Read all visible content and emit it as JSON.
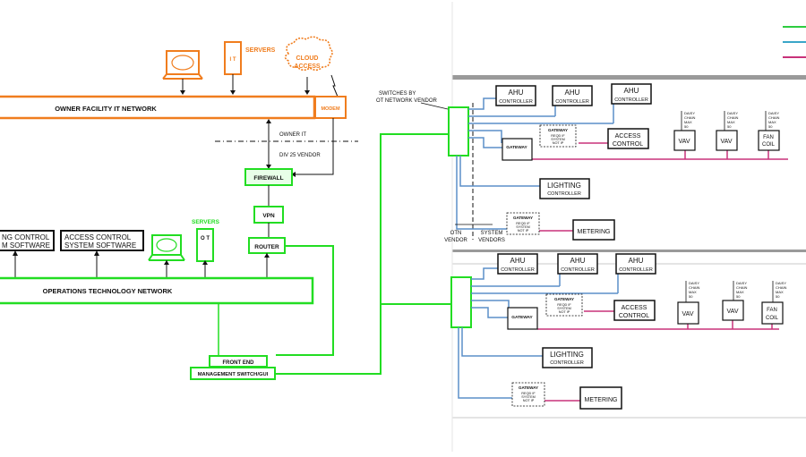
{
  "colors": {
    "owner_it": "#f07d1e",
    "ot_network": "#22dd22",
    "blue_link": "#5b8fc8",
    "pink_link": "#c8327a",
    "black": "#111111",
    "gray_bar": "#9a9a9a"
  },
  "legend": {
    "lines": [
      "",
      "",
      ""
    ]
  },
  "owner_it": {
    "network_label": "OWNER FACILITY IT NETWORK",
    "servers_label": "SERVERS",
    "it_box_label": "I T",
    "cloud_label_1": "CLOUD",
    "cloud_label_2": "ACCESS",
    "modem_label": "MODEM",
    "computer_icon": "computer-icon"
  },
  "boundary": {
    "upper_label": "OWNER IT",
    "lower_label": "DIV 25 VENDOR"
  },
  "ot": {
    "firewall_label": "FIREWALL",
    "vpn_label": "VPN",
    "router_label": "ROUTER",
    "servers_label": "SERVERS",
    "ot_box_label": "O T",
    "network_label": "OPERATIONS TECHNOLOGY NETWORK",
    "lighting_sw_line1": "NG CONTROL",
    "lighting_sw_line2": "M SOFTWARE",
    "access_sw_line1": "ACCESS CONTROL",
    "access_sw_line2": "SYSTEM SOFTWARE",
    "front_end_label": "FRONT END",
    "mgmt_label": "MANAGEMENT SWITCH/GUI",
    "computer_icon": "computer-icon"
  },
  "floor1": {
    "switches_line1": "SWITCHES BY",
    "switches_line2": "OT NETWORK VENDOR",
    "ahu_label": "AHU",
    "controller_label": "CONTROLLER",
    "gateway_label": "GATEWAY",
    "gateway_note_1": "REQD IF",
    "gateway_note_2": "SYSTEM",
    "gateway_note_3": "NOT IP",
    "access_line1": "ACCESS",
    "access_line2": "CONTROL",
    "vav_label": "VAV",
    "fan_line1": "FAN",
    "fan_line2": "COIL",
    "daisy_1": "DAISY",
    "daisy_2": "CHAIN",
    "daisy_3": "MAX",
    "daisy_4": "50",
    "lighting_label": "LIGHTING",
    "metering_label": "METERING",
    "otn_line1": "OTN",
    "otn_line2": "VENDOR",
    "sysv_line1": "SYSTEM",
    "sysv_line2": "VENDORS"
  }
}
